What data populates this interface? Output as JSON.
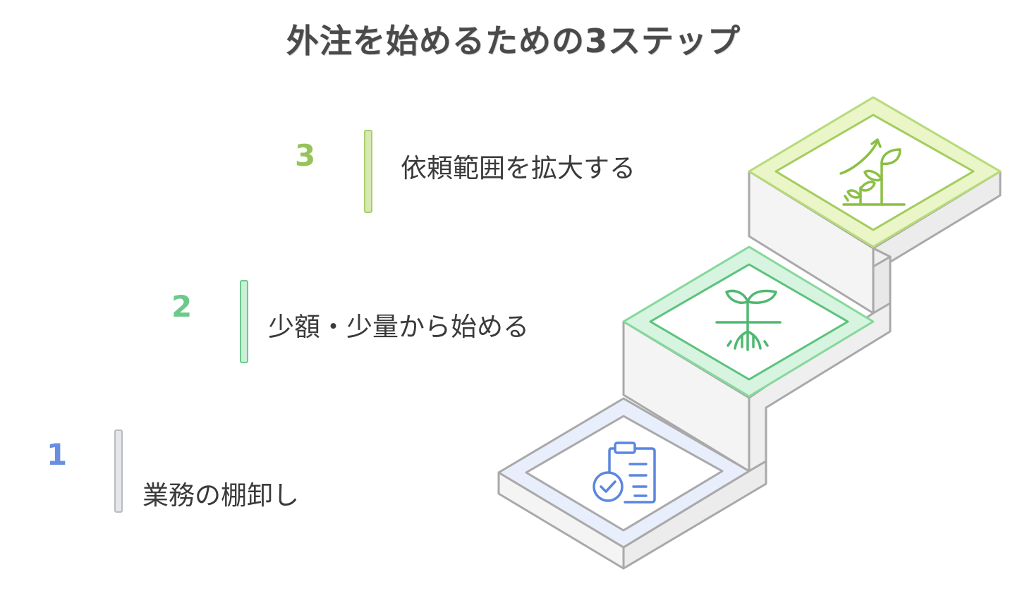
{
  "title": "外注を始めるための3ステップ",
  "steps": [
    {
      "number": "1",
      "label": "業務の棚卸し",
      "color": "#6b8fe0",
      "bar_color": "#b8bcc4",
      "icon": "clipboard-check-icon"
    },
    {
      "number": "2",
      "label": "少額・少量から始める",
      "color": "#6cc98a",
      "bar_color": "#6cc98a",
      "icon": "sprout-roots-icon"
    },
    {
      "number": "3",
      "label": "依頼範囲を拡大する",
      "color": "#96c35a",
      "bar_color": "#a8cf68",
      "icon": "growing-plant-icon"
    }
  ]
}
